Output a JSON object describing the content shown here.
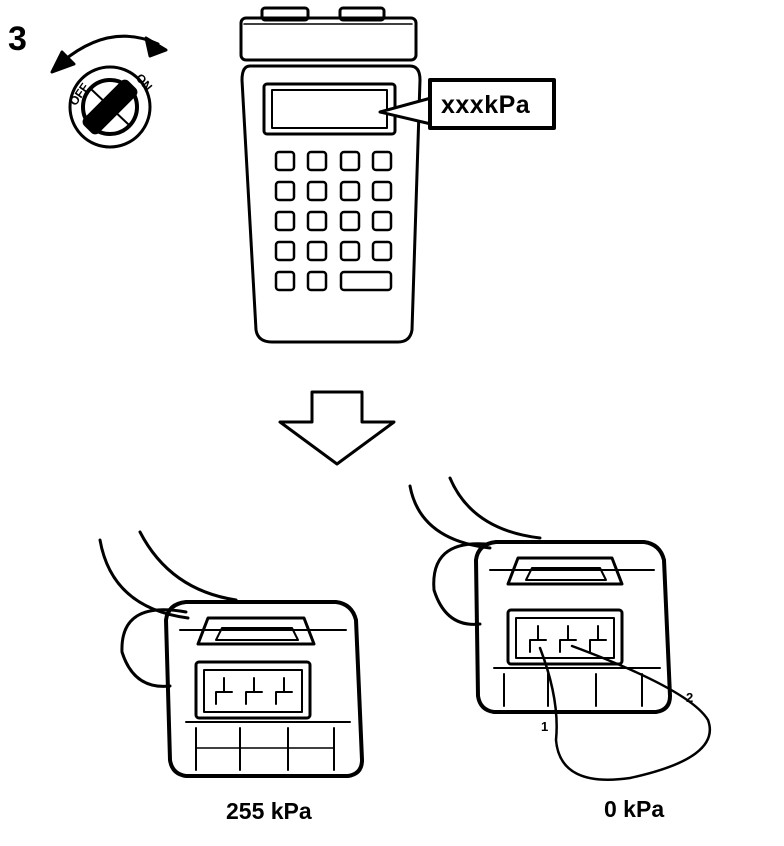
{
  "step": {
    "number": "3"
  },
  "ignition_switch": {
    "off_label": "OFF",
    "on_label": "ON"
  },
  "scan_tool": {
    "readout": "xxxkPa"
  },
  "connectors": {
    "left": {
      "caption": "255 kPa"
    },
    "right": {
      "caption": "0 kPa",
      "pin1_label": "1",
      "pin2_label": "2"
    }
  }
}
